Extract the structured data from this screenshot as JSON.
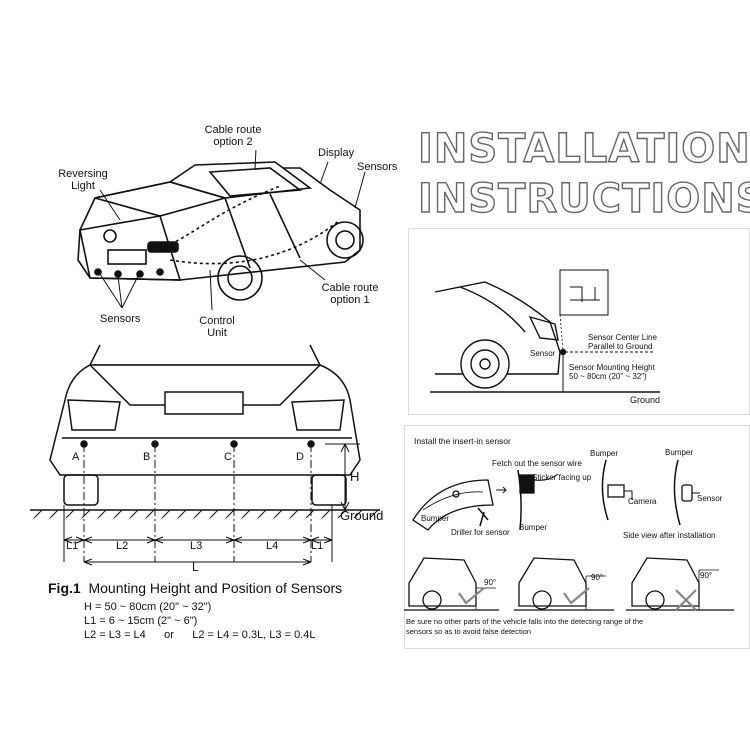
{
  "header": {
    "title_line1": "INSTALLATION",
    "title_line2": "INSTRUCTIONS"
  },
  "car_overview": {
    "cable_route_2": [
      "Cable route",
      "option 2"
    ],
    "display": "Display",
    "sensors_right": "Sensors",
    "reversing_light": [
      "Reversing",
      "Light"
    ],
    "cable_route_1": [
      "Cable route",
      "option 1"
    ],
    "sensors_bottom": "Sensors",
    "control_unit": [
      "Control",
      "Unit"
    ]
  },
  "rear_view": {
    "sensor_letters": [
      "A",
      "B",
      "C",
      "D"
    ],
    "height_label": "H",
    "ground": "Ground",
    "spacing_labels": [
      "L1",
      "L2",
      "L3",
      "L4",
      "L1"
    ],
    "total_label": "L"
  },
  "figure": {
    "label": "Fig.1",
    "title": "Mounting Height and Position of Sensors",
    "specs": [
      "H  = 50 ~ 80cm (20\" ~ 32\")",
      "L1 =  6 ~ 15cm (2\" ~ 6\")",
      "L2 = L3 = L4      or      L2 = L4 = 0.3L, L3 = 0.4L"
    ]
  },
  "side_view": {
    "sensor": "Sensor",
    "center_line": [
      "Sensor Center Line",
      "Parallel to Ground"
    ],
    "mounting_height": [
      "Sensor Mounting Height",
      "50 ~ 80cm (20\" ~ 32\")"
    ],
    "ground": "Ground"
  },
  "insert_sensor": {
    "title": "Install the insert-in sensor",
    "fetch_wire": "Fetch out the sensor wire",
    "sticker": "Sticker facing up",
    "bumper_top1": "Bumper",
    "bumper_top2": "Bumper",
    "camera": "Camera",
    "sensor": "Sensor",
    "bumper_left": "Bumper",
    "driller": "Driller for sensor",
    "bumper_mid": "Bumper",
    "side_view_caption": "Side view after installation"
  },
  "angle_check": {
    "angles": [
      "90°",
      "90°",
      "90°"
    ],
    "warning": [
      "Be sure no other parts of the vehicle falls into the detecting range of the",
      "sensors so as to avoid false detection"
    ]
  },
  "colors": {
    "line": "#111111",
    "frame": "#cfcfcf",
    "heading_outline": "#666666",
    "ok_mark": "#888888",
    "bad_mark": "#888888"
  }
}
